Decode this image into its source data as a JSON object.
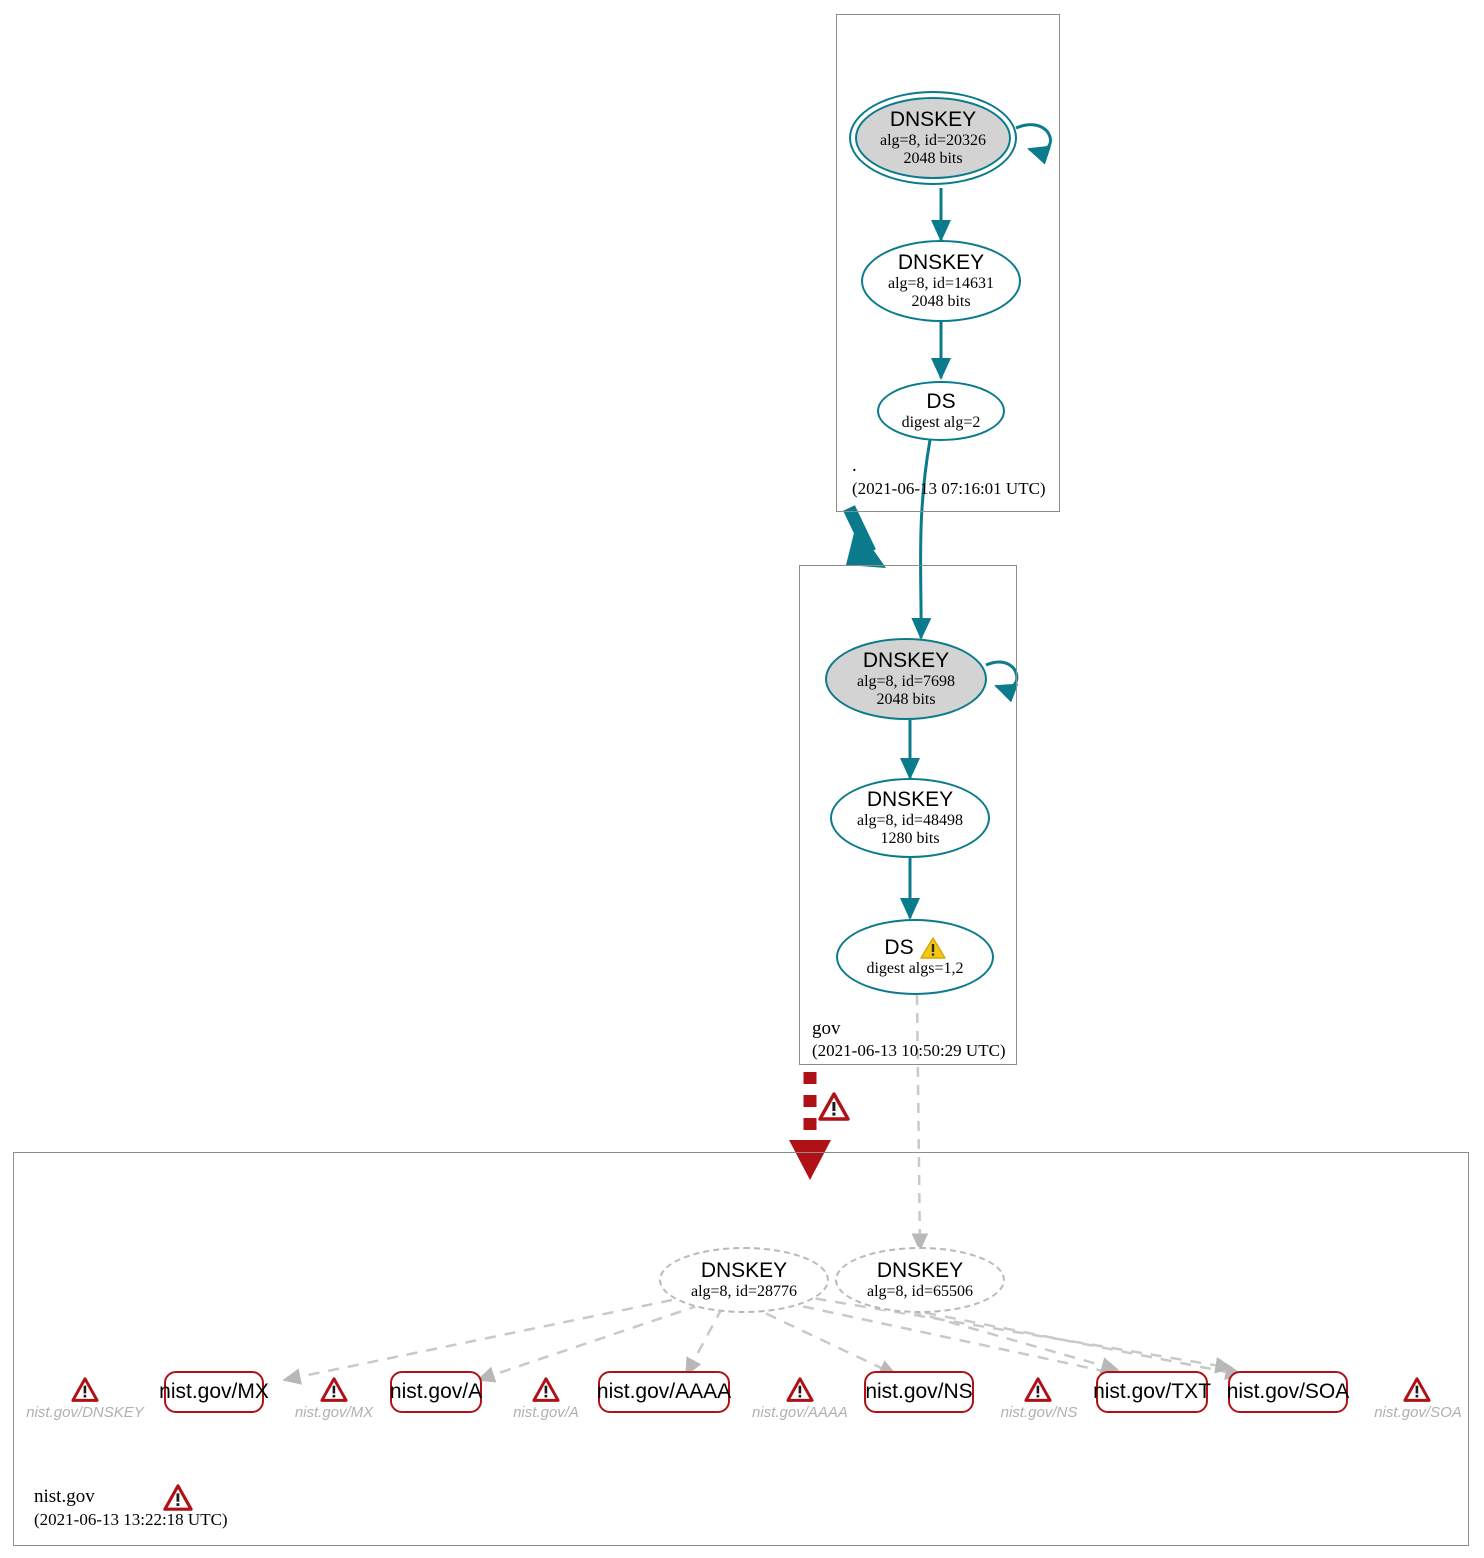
{
  "diagram": {
    "kind": "dnssec-authentication-chain",
    "colors": {
      "secure": "#0a7b8c",
      "error": "#b01116",
      "warning": "#f5c518",
      "insecure_gray": "#b8b8b8",
      "zone_border": "#8c8c8c",
      "key_fill": "#d3d3d3"
    }
  },
  "zones": [
    {
      "id": "root",
      "name": ".",
      "timestamp": "(2021-06-13 07:16:01 UTC)",
      "nodes": [
        {
          "id": "root-ksk",
          "type": "DNSKEY",
          "title": "DNSKEY",
          "line2": "alg=8, id=20326",
          "line3": "2048 bits",
          "role": "ksk",
          "status": "secure",
          "self_signed": true
        },
        {
          "id": "root-zsk",
          "type": "DNSKEY",
          "title": "DNSKEY",
          "line2": "alg=8, id=14631",
          "line3": "2048 bits",
          "role": "zsk",
          "status": "secure",
          "self_signed": false
        },
        {
          "id": "root-ds",
          "type": "DS",
          "title": "DS",
          "line2": "digest alg=2",
          "line3": "",
          "role": "ds",
          "status": "secure"
        }
      ]
    },
    {
      "id": "gov",
      "name": "gov",
      "timestamp": "(2021-06-13 10:50:29 UTC)",
      "nodes": [
        {
          "id": "gov-ksk",
          "type": "DNSKEY",
          "title": "DNSKEY",
          "line2": "alg=8, id=7698",
          "line3": "2048 bits",
          "role": "ksk",
          "status": "secure",
          "self_signed": true
        },
        {
          "id": "gov-zsk",
          "type": "DNSKEY",
          "title": "DNSKEY",
          "line2": "alg=8, id=48498",
          "line3": "1280 bits",
          "role": "zsk",
          "status": "secure",
          "self_signed": false
        },
        {
          "id": "gov-ds",
          "type": "DS",
          "title": "DS",
          "line2": "digest algs=1,2",
          "line3": "",
          "role": "ds",
          "status": "warning",
          "badge": "warning-triangle-icon"
        }
      ]
    },
    {
      "id": "nist-gov",
      "name": "nist.gov",
      "timestamp": "(2021-06-13 13:22:18 UTC)",
      "badge": "error-triangle-icon",
      "nodes": [
        {
          "id": "nist-key-28776",
          "type": "DNSKEY",
          "title": "DNSKEY",
          "line2": "alg=8, id=28776",
          "line3": "",
          "role": "key",
          "status": "insecure"
        },
        {
          "id": "nist-key-65506",
          "type": "DNSKEY",
          "title": "DNSKEY",
          "line2": "alg=8, id=65506",
          "line3": "",
          "role": "key",
          "status": "insecure"
        }
      ]
    }
  ],
  "rrsets": [
    {
      "id": "rr-mx",
      "label": "nist.gov/MX"
    },
    {
      "id": "rr-a",
      "label": "nist.gov/A"
    },
    {
      "id": "rr-aaaa",
      "label": "nist.gov/AAAA"
    },
    {
      "id": "rr-ns",
      "label": "nist.gov/NS"
    },
    {
      "id": "rr-txt",
      "label": "nist.gov/TXT"
    },
    {
      "id": "rr-soa",
      "label": "nist.gov/SOA"
    }
  ],
  "error_markers": [
    {
      "id": "err-dnskey",
      "label": "nist.gov/DNSKEY",
      "icon": "error-triangle-icon"
    },
    {
      "id": "err-mx",
      "label": "nist.gov/MX",
      "icon": "error-triangle-icon"
    },
    {
      "id": "err-a",
      "label": "nist.gov/A",
      "icon": "error-triangle-icon"
    },
    {
      "id": "err-aaaa",
      "label": "nist.gov/AAAA",
      "icon": "error-triangle-icon"
    },
    {
      "id": "err-ns",
      "label": "nist.gov/NS",
      "icon": "error-triangle-icon"
    },
    {
      "id": "err-soa",
      "label": "nist.gov/SOA",
      "icon": "error-triangle-icon"
    }
  ],
  "edges": [
    {
      "from": "root-ksk",
      "to": "root-ksk",
      "style": "self-loop",
      "status": "secure"
    },
    {
      "from": "root-ksk",
      "to": "root-zsk",
      "style": "solid",
      "status": "secure"
    },
    {
      "from": "root-zsk",
      "to": "root-ds",
      "style": "solid",
      "status": "secure"
    },
    {
      "from": "root-ds",
      "to": "gov-ksk",
      "style": "solid",
      "status": "secure"
    },
    {
      "from": "root",
      "to": "gov",
      "style": "thick-trust",
      "status": "secure"
    },
    {
      "from": "gov-ksk",
      "to": "gov-ksk",
      "style": "self-loop",
      "status": "secure"
    },
    {
      "from": "gov-ksk",
      "to": "gov-zsk",
      "style": "solid",
      "status": "secure"
    },
    {
      "from": "gov-zsk",
      "to": "gov-ds",
      "style": "solid",
      "status": "secure"
    },
    {
      "from": "gov-ds",
      "to": "nist-key-65506",
      "style": "dashed",
      "status": "insecure"
    },
    {
      "from": "gov",
      "to": "nist-gov",
      "style": "thick-dotted",
      "status": "error",
      "icon": "error-triangle-icon"
    }
  ]
}
